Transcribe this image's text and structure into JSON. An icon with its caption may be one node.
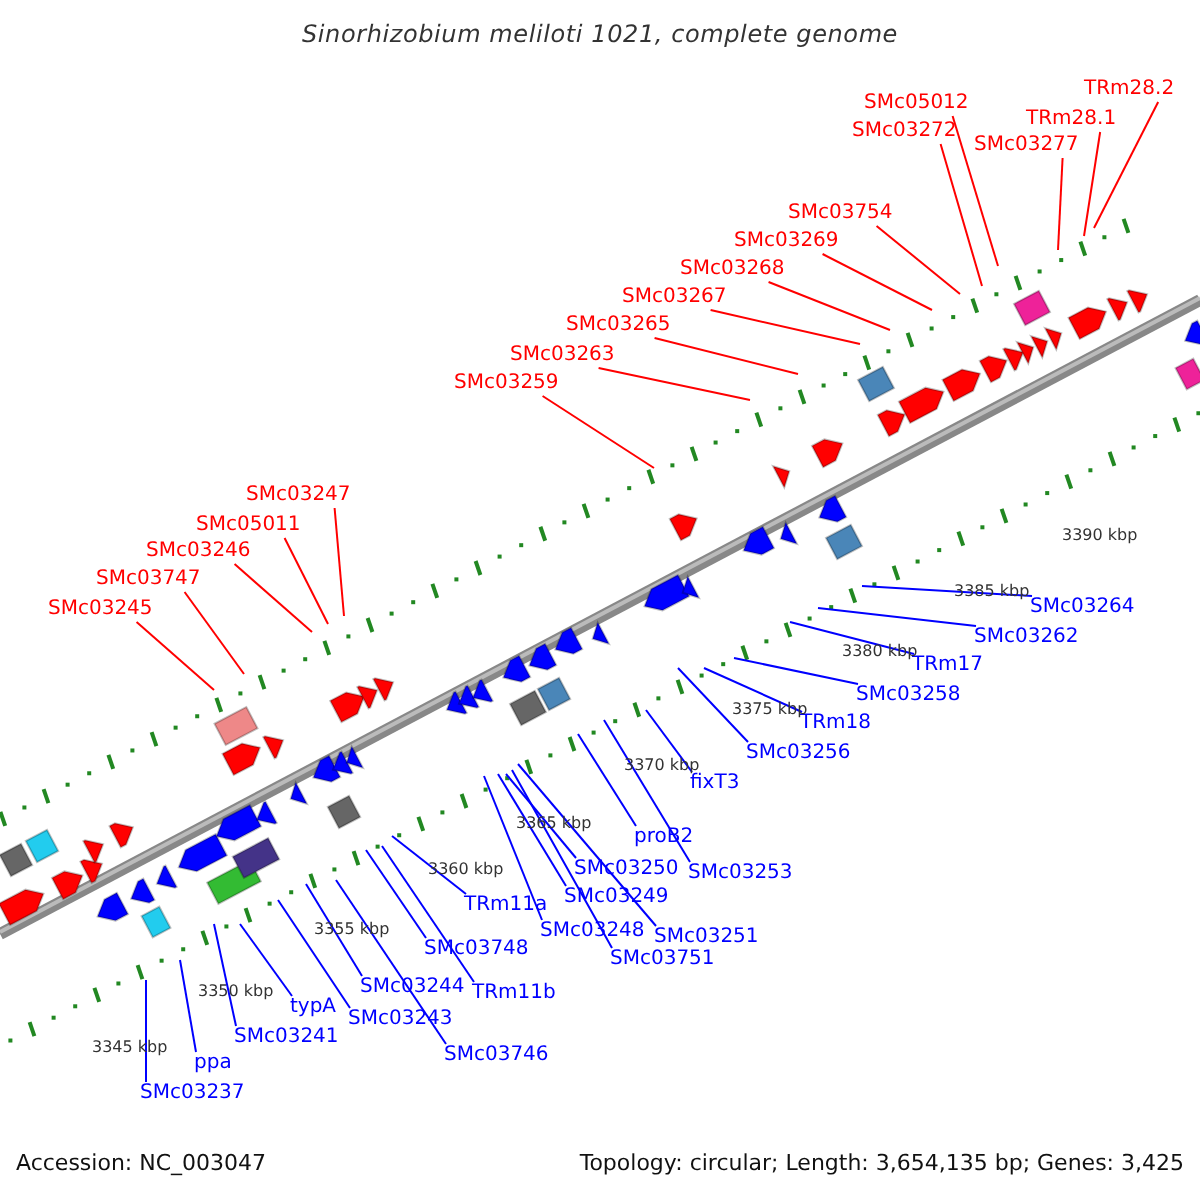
{
  "diagram": {
    "title": "Sinorhizobium meliloti 1021, complete genome",
    "nodes": [
      {
        "text": [
          "SMc03245"
        ]
      },
      {
        "text": [
          "SMc03747"
        ]
      },
      {
        "text": [
          "SMc03246"
        ]
      },
      {
        "text": [
          "SMc05011"
        ]
      },
      {
        "text": [
          "SMc03247"
        ]
      },
      {
        "text": [
          "SMc03259"
        ]
      },
      {
        "text": [
          "SMc03263"
        ]
      },
      {
        "text": [
          "SMc03265"
        ]
      },
      {
        "text": [
          "SMc03267"
        ]
      },
      {
        "text": [
          "SMc03268"
        ]
      },
      {
        "text": [
          "SMc03269"
        ]
      },
      {
        "text": [
          "SMc03754"
        ]
      },
      {
        "text": [
          "SMc03272"
        ]
      },
      {
        "text": [
          "SMc05012"
        ]
      },
      {
        "text": [
          "SMc03277"
        ]
      },
      {
        "text": [
          "TRm28.1"
        ]
      },
      {
        "text": [
          "TRm28.2"
        ]
      },
      {
        "text": [
          "SMc03237"
        ]
      },
      {
        "text": [
          "ppa"
        ]
      },
      {
        "text": [
          "SMc03241"
        ]
      },
      {
        "text": [
          "typA"
        ]
      },
      {
        "text": [
          "SMc03243"
        ]
      },
      {
        "text": [
          "SMc03244"
        ]
      },
      {
        "text": [
          "SMc03746"
        ]
      },
      {
        "text": [
          "SMc03748"
        ]
      },
      {
        "text": [
          "TRm11b"
        ]
      },
      {
        "text": [
          "TRm11a"
        ]
      },
      {
        "text": [
          "SMc03248"
        ]
      },
      {
        "text": [
          "SMc03249"
        ]
      },
      {
        "text": [
          "SMc03250"
        ]
      },
      {
        "text": [
          "SMc03751"
        ]
      },
      {
        "text": [
          "SMc03251"
        ]
      },
      {
        "text": [
          "proB2"
        ]
      },
      {
        "text": [
          "SMc03253"
        ]
      },
      {
        "text": [
          "fixT3"
        ]
      },
      {
        "text": [
          "SMc03256"
        ]
      },
      {
        "text": [
          "TRm18"
        ]
      },
      {
        "text": [
          "SMc03258"
        ]
      },
      {
        "text": [
          "TRm17"
        ]
      },
      {
        "text": [
          "SMc03262"
        ]
      },
      {
        "text": [
          "SMc03264"
        ]
      }
    ],
    "edges": [
      {
        "from": 0,
        "to": null,
        "arrow": "none",
        "color": "#ff0000"
      },
      {
        "from": 1,
        "to": null,
        "arrow": "none",
        "color": "#ff0000"
      },
      {
        "from": 2,
        "to": null,
        "arrow": "none",
        "color": "#ff0000"
      },
      {
        "from": 3,
        "to": null,
        "arrow": "none",
        "color": "#ff0000"
      },
      {
        "from": 4,
        "to": null,
        "arrow": "none",
        "color": "#ff0000"
      },
      {
        "from": 5,
        "to": null,
        "arrow": "none",
        "color": "#ff0000"
      },
      {
        "from": 6,
        "to": null,
        "arrow": "none",
        "color": "#ff0000"
      },
      {
        "from": 7,
        "to": null,
        "arrow": "none",
        "color": "#ff0000"
      },
      {
        "from": 8,
        "to": null,
        "arrow": "none",
        "color": "#ff0000"
      },
      {
        "from": 9,
        "to": null,
        "arrow": "none",
        "color": "#ff0000"
      },
      {
        "from": 10,
        "to": null,
        "arrow": "none",
        "color": "#ff0000"
      },
      {
        "from": 11,
        "to": null,
        "arrow": "none",
        "color": "#ff0000"
      },
      {
        "from": 12,
        "to": null,
        "arrow": "none",
        "color": "#ff0000"
      },
      {
        "from": 13,
        "to": null,
        "arrow": "none",
        "color": "#ff0000"
      },
      {
        "from": 14,
        "to": null,
        "arrow": "none",
        "color": "#ff0000"
      },
      {
        "from": 15,
        "to": null,
        "arrow": "none",
        "color": "#ff0000"
      },
      {
        "from": 16,
        "to": null,
        "arrow": "none",
        "color": "#ff0000"
      },
      {
        "from": 17,
        "to": null,
        "arrow": "none"
      },
      {
        "from": 18,
        "to": null,
        "arrow": "none"
      },
      {
        "from": 19,
        "to": null,
        "arrow": "none"
      },
      {
        "from": 20,
        "to": null,
        "arrow": "none"
      },
      {
        "from": 21,
        "to": null,
        "arrow": "none"
      },
      {
        "from": 22,
        "to": null,
        "arrow": "none"
      },
      {
        "from": 23,
        "to": null,
        "arrow": "none"
      },
      {
        "from": 24,
        "to": null,
        "arrow": "none"
      },
      {
        "from": 25,
        "to": null,
        "arrow": "none"
      },
      {
        "from": 26,
        "to": null,
        "arrow": "none"
      },
      {
        "from": 27,
        "to": null,
        "arrow": "none"
      },
      {
        "from": 28,
        "to": null,
        "arrow": "none"
      },
      {
        "from": 29,
        "to": null,
        "arrow": "none"
      },
      {
        "from": 30,
        "to": null,
        "arrow": "none"
      },
      {
        "from": 31,
        "to": null,
        "arrow": "none"
      },
      {
        "from": 32,
        "to": null,
        "arrow": "none"
      },
      {
        "from": 33,
        "to": null,
        "arrow": "none"
      },
      {
        "from": 34,
        "to": null,
        "arrow": "none"
      },
      {
        "from": 35,
        "to": null,
        "arrow": "none"
      },
      {
        "from": 36,
        "to": null,
        "arrow": "none"
      },
      {
        "from": 37,
        "to": null,
        "arrow": "none"
      },
      {
        "from": 38,
        "to": null,
        "arrow": "none"
      },
      {
        "from": 39,
        "to": null,
        "arrow": "none"
      },
      {
        "from": 40,
        "to": null,
        "arrow": "none"
      }
    ],
    "labels": [
      "3390 kbp",
      "3385 kbp",
      "3380 kbp",
      "3375 kbp",
      "3370 kbp",
      "3365 kbp",
      "3360 kbp",
      "3355 kbp",
      "3350 kbp",
      "3345 kbp",
      "Accession: NC_003047",
      "Topology: circular; Length: 3,654,135 bp; Genes: 3,425"
    ]
  }
}
